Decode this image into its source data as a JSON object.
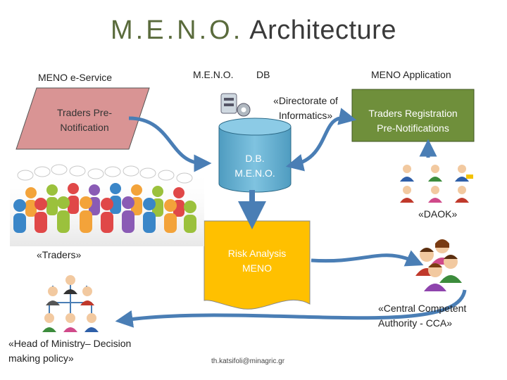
{
  "title": {
    "part1": "M.E.N.O.",
    "part2": "Architecture"
  },
  "labels": {
    "eservice": "MENO e-Service",
    "meno": "M.E.N.O.",
    "db": "DB",
    "application": "MENO Application",
    "directorate_line1": "«Directorate of",
    "directorate_line2": "Informatics»",
    "daok": "«DAOK»",
    "traders": "«Traders»",
    "cca_line1": "«Central Competent",
    "cca_line2": "Authority - CCA»",
    "head_line1": "«Head of Ministry– Decision",
    "head_line2": "making policy»",
    "email": "th.katsifoli@minagric.gr"
  },
  "shapes": {
    "notification_line1": "Traders Pre-",
    "notification_line2": "Notification",
    "registration_line1": "Traders Registration",
    "registration_line2": "Pre-Notifications",
    "db_line1": "D.B.",
    "db_line2": "M.E.N.O.",
    "risk_line1": "Risk Analysis",
    "risk_line2": "MENO"
  },
  "colors": {
    "title_accent": "#5a6b3c",
    "parallelogram": "#d99494",
    "green_box": "#6f8f3b",
    "cylinder": "#5ba8c8",
    "document": "#ffc000",
    "arrow": "#4a7eb5"
  }
}
